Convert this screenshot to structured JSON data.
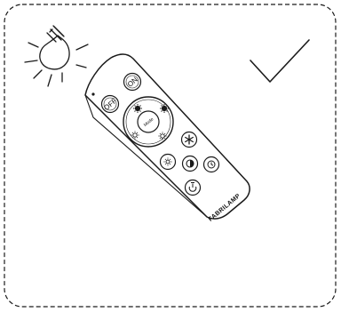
{
  "instruction_card": {
    "status": "correct",
    "stroke_color": "#1a1a1a",
    "background_color": "#ffffff",
    "border_style": "dashed",
    "icons": {
      "bulb": "lightbulb-lit-icon",
      "check": "checkmark-icon"
    }
  },
  "remote": {
    "off_label": "OFF",
    "on_label": "ON",
    "mode_label": "Mode",
    "brand_label": "FABRILAMP",
    "icons": [
      "brightness-up-icon",
      "warm-light-icon",
      "cool-light-icon",
      "brightness-down-icon",
      "snowflake-icon",
      "sun-icon",
      "night-mode-icon",
      "timer-icon",
      "memory-icon"
    ]
  }
}
